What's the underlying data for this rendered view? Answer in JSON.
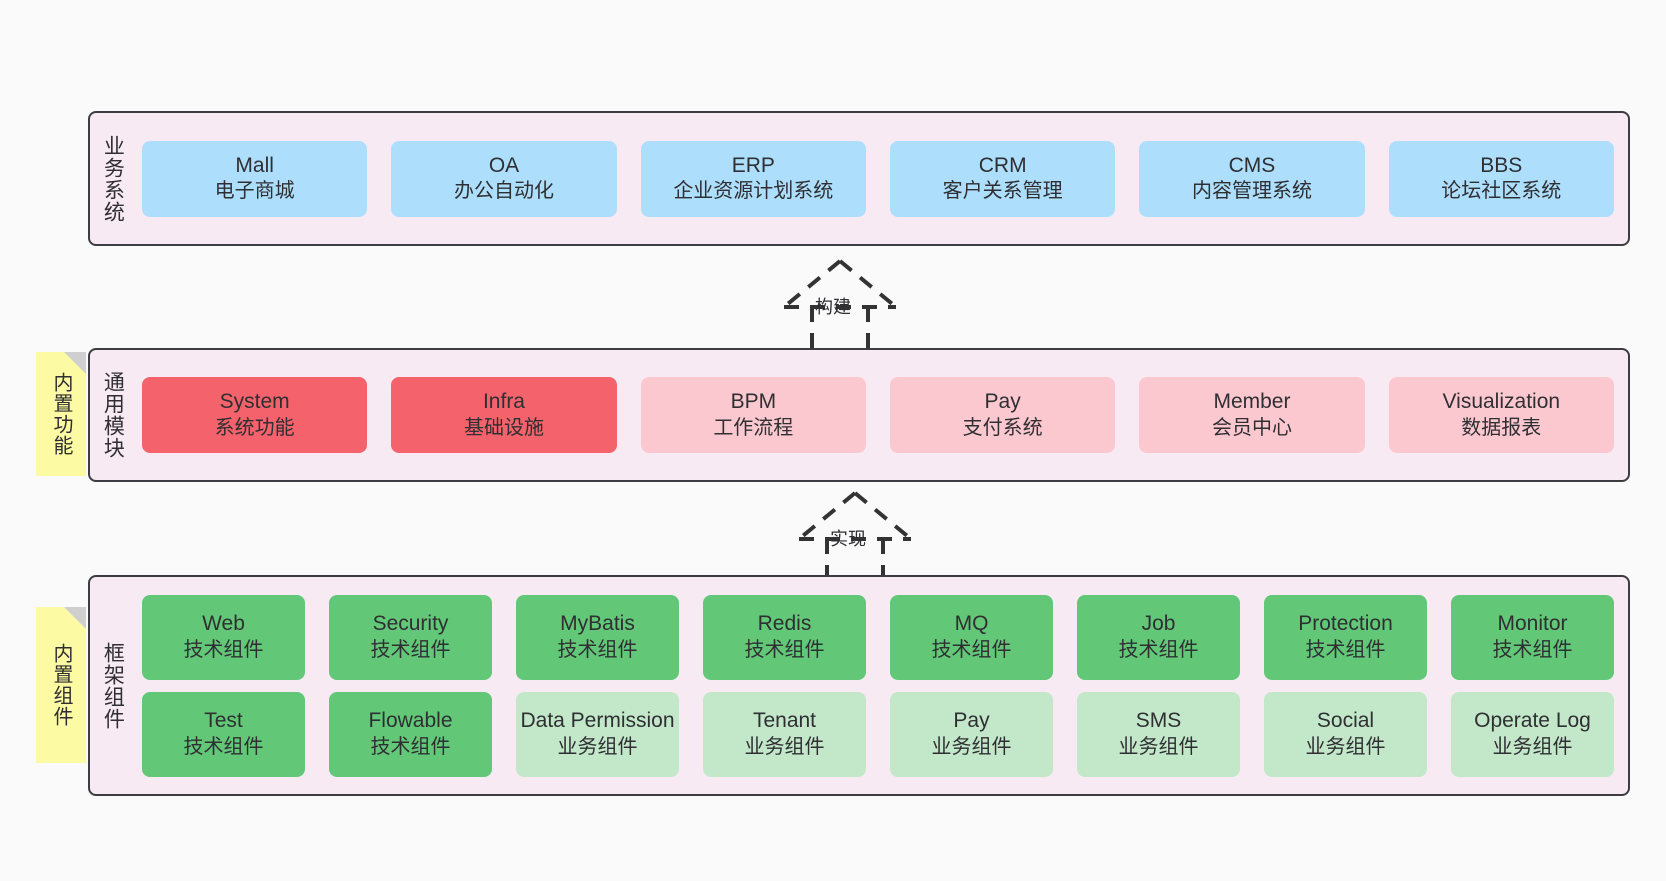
{
  "diagram": {
    "title": "",
    "colors": {
      "canvas_bg": "#fafafa",
      "layer_bg": "#f7eaf3",
      "layer_border": "#3c3c42",
      "business_cell": "#addffc",
      "module_active": "#f4636b",
      "module_inactive": "#fcc8d0",
      "tech_component": "#62c878",
      "biz_component": "#c3e8c9",
      "sticky_note": "#fcfaa2",
      "sticky_fold": "#cfcfcf"
    }
  },
  "layers": {
    "business": {
      "title": "业务系统",
      "cells": [
        {
          "name": "Mall",
          "desc": "电子商城"
        },
        {
          "name": "OA",
          "desc": "办公自动化"
        },
        {
          "name": "ERP",
          "desc": "企业资源计划系统"
        },
        {
          "name": "CRM",
          "desc": "客户关系管理"
        },
        {
          "name": "CMS",
          "desc": "内容管理系统"
        },
        {
          "name": "BBS",
          "desc": "论坛社区系统"
        }
      ]
    },
    "common": {
      "title": "通用模块",
      "sticky": "内置功能",
      "cells": [
        {
          "name": "System",
          "desc": "系统功能",
          "variant": "active"
        },
        {
          "name": "Infra",
          "desc": "基础设施",
          "variant": "active"
        },
        {
          "name": "BPM",
          "desc": "工作流程",
          "variant": "inactive"
        },
        {
          "name": "Pay",
          "desc": "支付系统",
          "variant": "inactive"
        },
        {
          "name": "Member",
          "desc": "会员中心",
          "variant": "inactive"
        },
        {
          "name": "Visualization",
          "desc": "数据报表",
          "variant": "inactive"
        }
      ]
    },
    "framework": {
      "title": "框架组件",
      "sticky": "内置组件",
      "row1": [
        {
          "name": "Web",
          "desc": "技术组件"
        },
        {
          "name": "Security",
          "desc": "技术组件"
        },
        {
          "name": "MyBatis",
          "desc": "技术组件"
        },
        {
          "name": "Redis",
          "desc": "技术组件"
        },
        {
          "name": "MQ",
          "desc": "技术组件"
        },
        {
          "name": "Job",
          "desc": "技术组件"
        },
        {
          "name": "Protection",
          "desc": "技术组件"
        },
        {
          "name": "Monitor",
          "desc": "技术组件"
        }
      ],
      "row2": [
        {
          "name": "Test",
          "desc": "技术组件",
          "variant": "tech"
        },
        {
          "name": "Flowable",
          "desc": "技术组件",
          "variant": "tech"
        },
        {
          "name": "Data Permission",
          "desc": "业务组件",
          "variant": "biz"
        },
        {
          "name": "Tenant",
          "desc": "业务组件",
          "variant": "biz"
        },
        {
          "name": "Pay",
          "desc": "业务组件",
          "variant": "biz"
        },
        {
          "name": "SMS",
          "desc": "业务组件",
          "variant": "biz"
        },
        {
          "name": "Social",
          "desc": "业务组件",
          "variant": "biz"
        },
        {
          "name": "Operate Log",
          "desc": "业务组件",
          "variant": "biz"
        }
      ]
    }
  },
  "connectors": [
    {
      "id": "build",
      "label": "构建",
      "style": "dashed-hollow-arrow-up"
    },
    {
      "id": "implements",
      "label": "实现",
      "style": "dashed-hollow-arrow-up"
    }
  ]
}
